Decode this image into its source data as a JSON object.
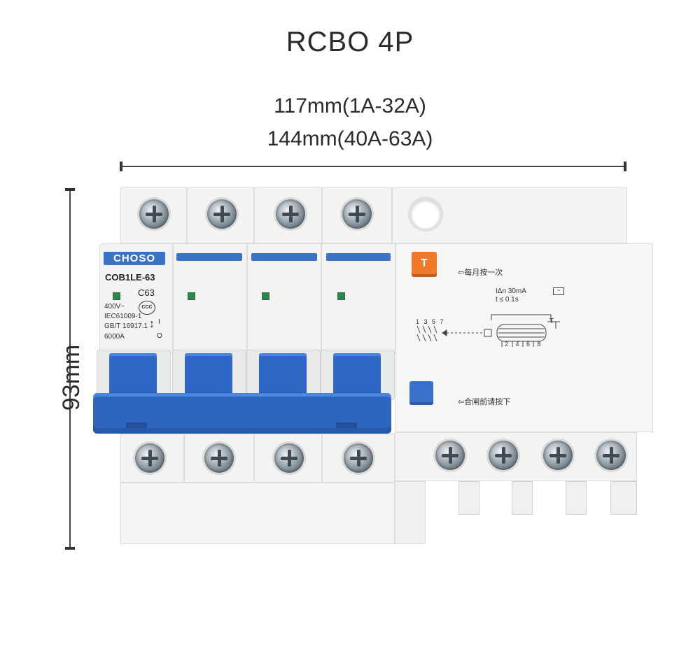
{
  "title": "RCBO 4P",
  "width_label_1": "117mm(1A-32A)",
  "width_label_2": "144mm(40A-63A)",
  "height_label": "93mm",
  "device": {
    "brand": "CHOSO",
    "model": "COB1LE-63",
    "rating": "C63",
    "spec_lines": [
      "400V~",
      "IEC61009-1",
      "GB/T 16917.1",
      "6000A"
    ],
    "cert_mark": "CCC",
    "switch_on": "I",
    "switch_off": "O",
    "test_button_label": "T",
    "test_note": "⇦每月按一次",
    "reset_note": "⇦合闸前请按下",
    "residual_current": "IΔn  30mA",
    "trip_time": "t   ≤ 0.1s",
    "terminals_top": "1 3 5 7",
    "terminals_bottom": "2 4 6 8",
    "colors": {
      "handle": "#2f67c6",
      "brand": "#3a73c6",
      "test_button": "#ef7a2c"
    }
  }
}
